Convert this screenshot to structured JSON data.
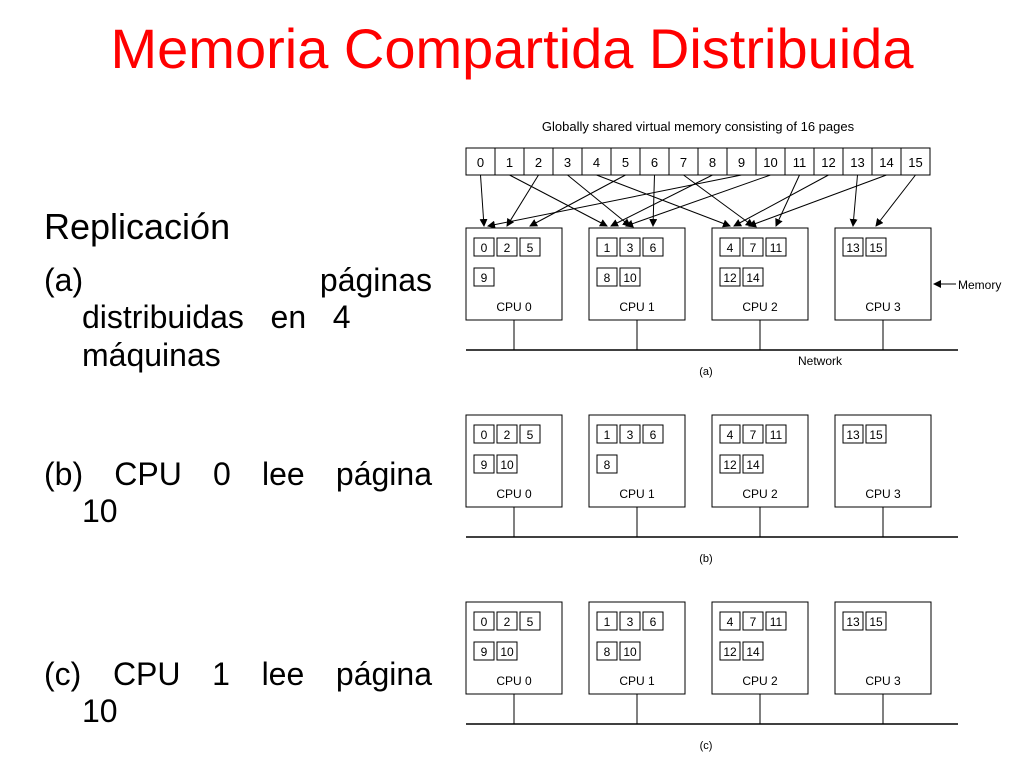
{
  "slide": {
    "title": "Memoria Compartida Distribuida",
    "heading": "Replicación",
    "items": [
      {
        "first": [
          "(a)",
          "páginas"
        ],
        "rest": [
          "distribuidas   en   4",
          "máquinas"
        ]
      },
      {
        "first": [
          "(b) CPU 0 lee página"
        ],
        "rest": [
          "10"
        ]
      },
      {
        "first": [
          "(c) CPU 1 lee página"
        ],
        "rest": [
          "10"
        ]
      }
    ]
  },
  "diagram": {
    "global_label": "Globally shared virtual memory consisting of 16 pages",
    "pages": [
      "0",
      "1",
      "2",
      "3",
      "4",
      "5",
      "6",
      "7",
      "8",
      "9",
      "10",
      "11",
      "12",
      "13",
      "14",
      "15"
    ],
    "memory_label": "Memory",
    "network_label": "Network",
    "cpus": [
      "CPU 0",
      "CPU 1",
      "CPU 2",
      "CPU 3"
    ],
    "panels": [
      {
        "label": "(a)",
        "cpu_pages": [
          [
            "0",
            "2",
            "5",
            "9"
          ],
          [
            "1",
            "3",
            "6",
            "8",
            "10"
          ],
          [
            "4",
            "7",
            "11",
            "12",
            "14"
          ],
          [
            "13",
            "15"
          ]
        ]
      },
      {
        "label": "(b)",
        "cpu_pages": [
          [
            "0",
            "2",
            "5",
            "9",
            "10"
          ],
          [
            "1",
            "3",
            "6",
            "8"
          ],
          [
            "4",
            "7",
            "11",
            "12",
            "14"
          ],
          [
            "13",
            "15"
          ]
        ]
      },
      {
        "label": "(c)",
        "cpu_pages": [
          [
            "0",
            "2",
            "5",
            "9",
            "10"
          ],
          [
            "1",
            "3",
            "6",
            "8",
            "10"
          ],
          [
            "4",
            "7",
            "11",
            "12",
            "14"
          ],
          [
            "13",
            "15"
          ]
        ]
      }
    ]
  }
}
